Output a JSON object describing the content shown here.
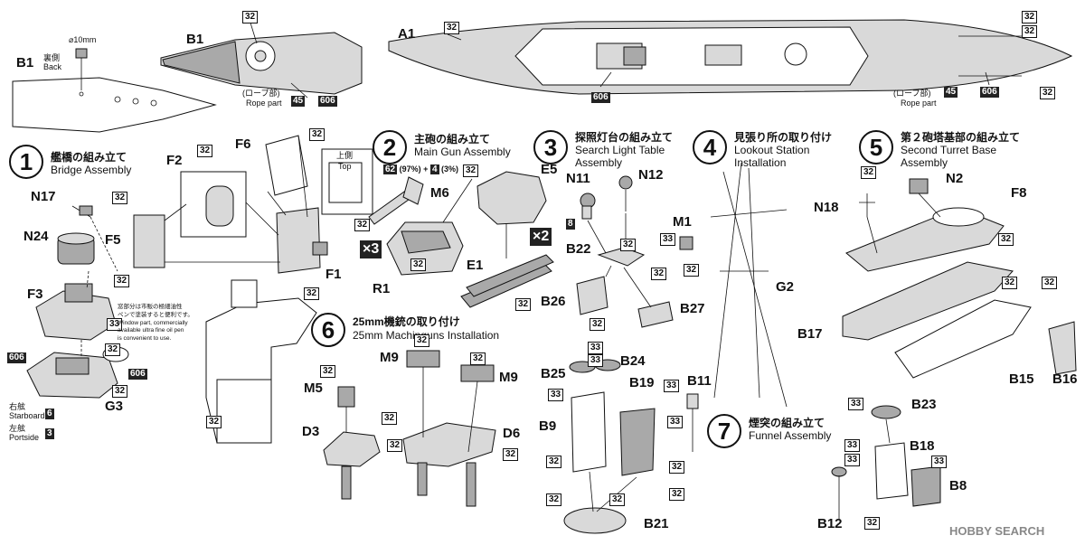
{
  "top": {
    "b1_back": {
      "part": "B1",
      "sub_jp": "裏側",
      "sub_en": "Back",
      "drill": "⌀10mm"
    },
    "b1": {
      "part": "B1",
      "ref": "32",
      "rope_jp": "(ロープ部)",
      "rope_en": "Rope part",
      "ref_rope": "45",
      "ref_606": "606"
    },
    "a1": {
      "part": "A1",
      "refs": [
        "32",
        "32",
        "32",
        "32",
        "45",
        "606",
        "606"
      ],
      "rope_jp": "(ロープ部)",
      "rope_en": "Rope part"
    }
  },
  "steps": [
    {
      "num": "1",
      "title_jp": "艦橋の組み立て",
      "title_en": "Bridge Assembly"
    },
    {
      "num": "2",
      "title_jp": "主砲の組み立て",
      "title_en": "Main Gun Assembly"
    },
    {
      "num": "3",
      "title_jp": "探照灯台の組み立て",
      "title_en": "Search Light Table",
      "title_en2": "Assembly"
    },
    {
      "num": "4",
      "title_jp": "見張り所の取り付け",
      "title_en": "Lookout Station",
      "title_en2": "Installation"
    },
    {
      "num": "5",
      "title_jp": "第２砲塔基部の組み立て",
      "title_en": "Second Turret Base",
      "title_en2": "Assembly"
    },
    {
      "num": "6",
      "title_jp": "25mm機銃の取り付け",
      "title_en": "25mm Machinguns Installation"
    },
    {
      "num": "7",
      "title_jp": "煙突の組み立て",
      "title_en": "Funnel Assembly"
    }
  ],
  "step1": {
    "parts": [
      "N17",
      "N24",
      "F3",
      "F5",
      "F2",
      "F6",
      "F1",
      "G3"
    ],
    "refs": [
      "32",
      "32",
      "32",
      "32",
      "32",
      "33",
      "32",
      "606",
      "606",
      "32",
      "32"
    ],
    "top_jp": "上側",
    "top_en": "Top",
    "note": "窓部分は市販の極細油性\nペンで塗装すると便利です。\nWindow part, commercially\navailable ultra fine oil pen\nis convenient to use.",
    "starboard_jp": "右舷",
    "starboard_en": "Starboard",
    "starboard_ref": "6",
    "portside_jp": "左舷",
    "portside_en": "Portside",
    "portside_ref": "3"
  },
  "step2": {
    "parts": [
      "M6",
      "R1",
      "E5",
      "E1"
    ],
    "mult_r1": "×3",
    "mult_e": "×2",
    "ratio": {
      "a": "62",
      "a_pct": "(97%)",
      "plus": "+",
      "b": "4",
      "b_pct": "(3%)"
    },
    "refs": [
      "32",
      "32",
      "32",
      "32"
    ]
  },
  "step3": {
    "parts": [
      "N11",
      "N12",
      "B22",
      "B26",
      "B27"
    ],
    "refs": [
      "8",
      "32",
      "32",
      "32"
    ]
  },
  "step4": {
    "parts": [
      "M1",
      "G2"
    ],
    "refs": [
      "33",
      "32"
    ]
  },
  "step5": {
    "parts": [
      "N18",
      "N2",
      "F8",
      "B17",
      "B15",
      "B16"
    ],
    "refs": [
      "32",
      "32",
      "32",
      "32"
    ]
  },
  "step6": {
    "parts": [
      "M9",
      "M9",
      "M5",
      "D3",
      "D6"
    ],
    "refs": [
      "32",
      "32",
      "32",
      "32",
      "32",
      "32"
    ]
  },
  "step_funnel1": {
    "parts": [
      "B25",
      "B24",
      "B19",
      "B11",
      "B9",
      "B21"
    ],
    "refs": [
      "33",
      "33",
      "33",
      "33",
      "33",
      "32",
      "32",
      "32",
      "32",
      "32"
    ]
  },
  "step7": {
    "parts": [
      "B23",
      "B18",
      "B8",
      "B12"
    ],
    "refs": [
      "33",
      "33",
      "33",
      "33",
      "32"
    ]
  },
  "watermark": "HOBBY SEARCH"
}
